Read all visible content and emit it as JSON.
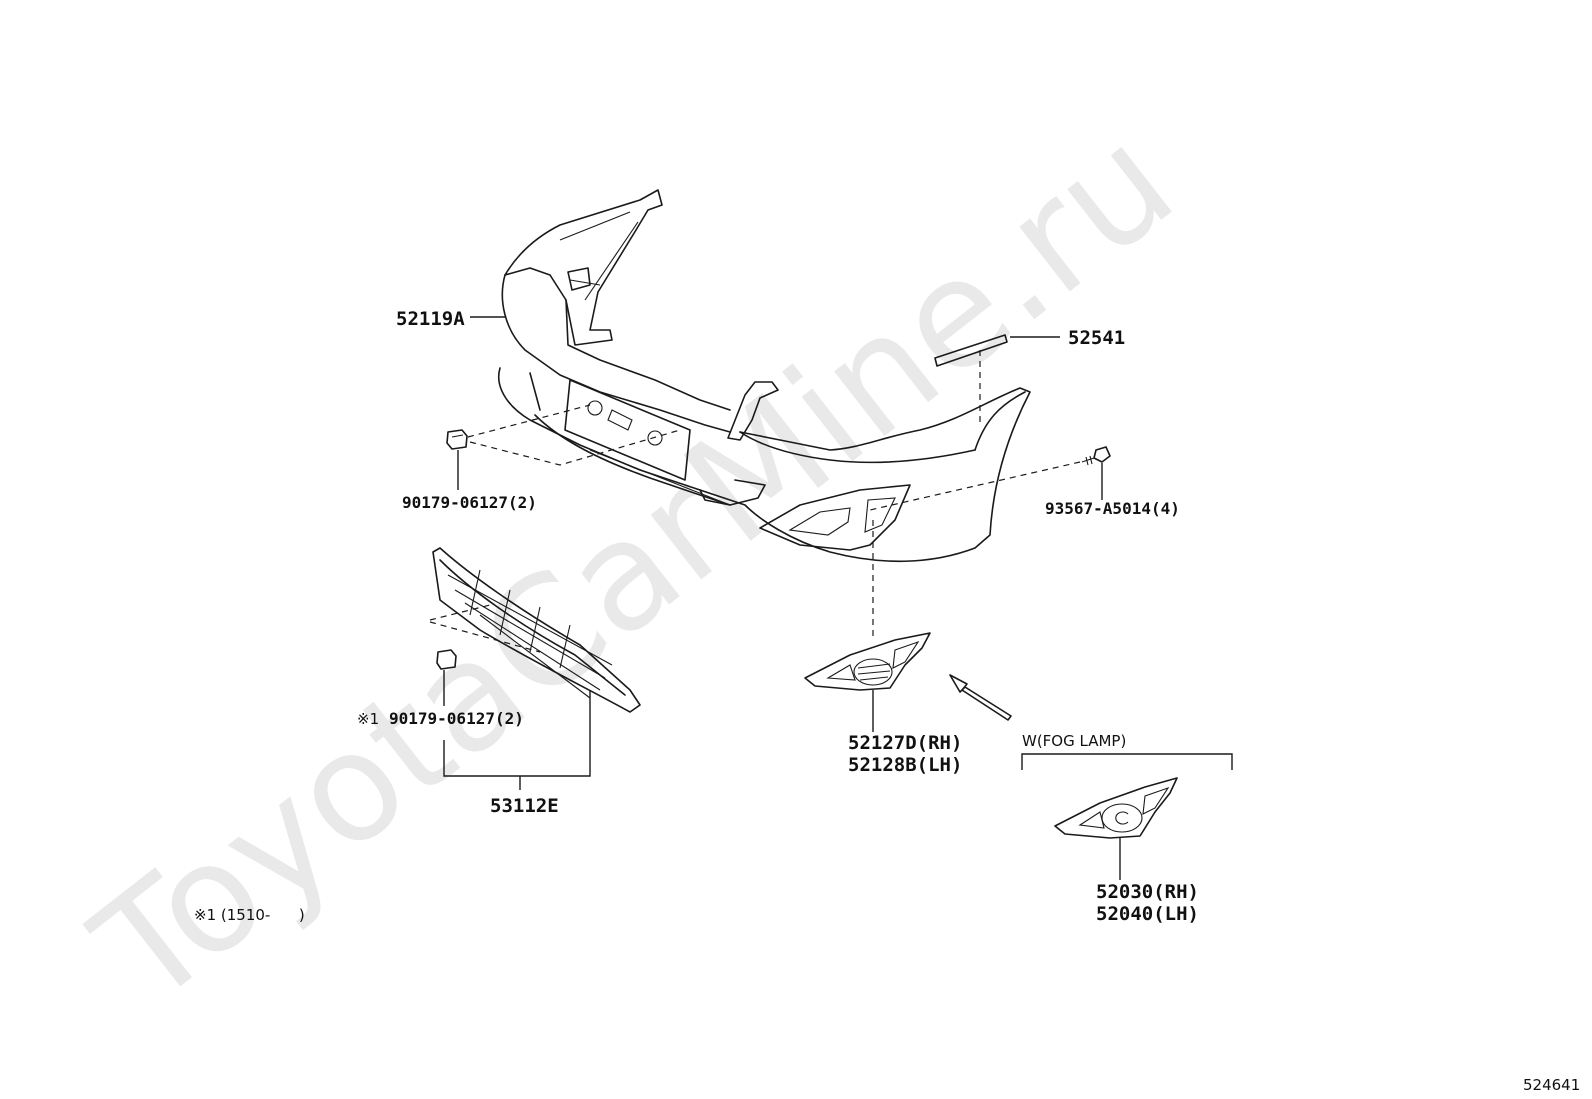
{
  "watermark": "ToyotaCarMine.ru",
  "labels": {
    "bumper_cover": "52119A",
    "molding": "52541",
    "clip_upper": "90179-06127(2)",
    "screw": "93567-A5014(4)",
    "clip_lower_mark": "※1",
    "clip_lower": "90179-06127(2)",
    "grille": "53112E",
    "fog_cover_rh": "52127D(RH)",
    "fog_cover_lh": "52128B(LH)",
    "fog_lamp_group": "W(FOG LAMP)",
    "fog_lamp_cover_rh": "52030(RH)",
    "fog_lamp_cover_lh": "52040(LH)",
    "footnote": "※1 (1510-      )",
    "diagram_number": "524641"
  },
  "colors": {
    "line": "#1a1a1a",
    "watermark": "#e9e9e9",
    "background": "#ffffff"
  }
}
